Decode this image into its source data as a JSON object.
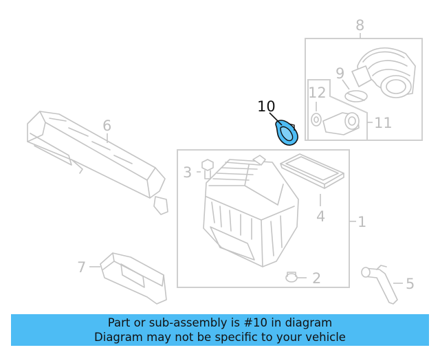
{
  "diagram": {
    "callouts": {
      "c1": "1",
      "c2": "2",
      "c3": "3",
      "c4": "4",
      "c5": "5",
      "c6": "6",
      "c7": "7",
      "c8": "8",
      "c9": "9",
      "c10": "10",
      "c11": "11",
      "c12": "12"
    },
    "highlighted_part": "10",
    "colors": {
      "highlight": "#4dbcf4",
      "line_art": "#c4c4c4",
      "highlight_stroke": "#111111"
    }
  },
  "banner": {
    "line1": "Part or sub-assembly is #10 in diagram",
    "line2": "Diagram may not be specific to your vehicle",
    "background": "#4dbcf4"
  }
}
